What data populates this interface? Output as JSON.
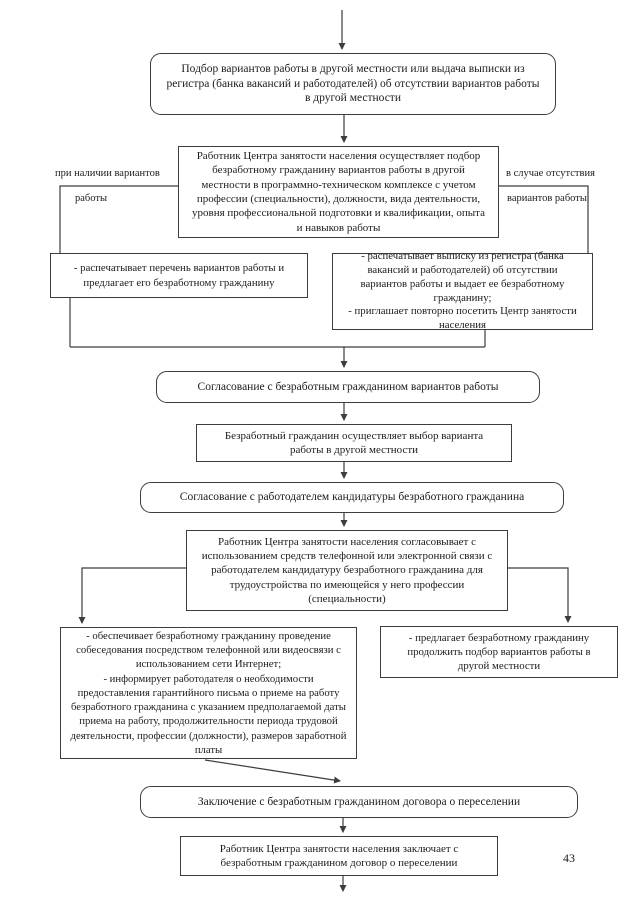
{
  "page": {
    "number": "43"
  },
  "flowchart": {
    "colors": {
      "line": "#3d3d3d",
      "text": "#1c1c1c",
      "background": "#ffffff"
    },
    "nodes": {
      "podbor": {
        "shape": "rounded",
        "text": "Подбор вариантов работы в другой местности или выдача выписки из регистра (банка вакансий и работодателей) об отсутствии вариантов работы в другой местности"
      },
      "rabotnik_podbor": {
        "shape": "rect",
        "text": "Работник Центра занятости населения осуществляет подбор безработному гражданину вариантов работы в другой местности в программно-техническом комплексе с учетом профессии (специальности), должности, вида деятельности, уровня профессиональной подготовки и квалификации, опыта и навыков работы"
      },
      "perechen": {
        "shape": "rect",
        "text": "- распечатывает перечень вариантов работы и предлагает его безработному гражданину"
      },
      "vypiska": {
        "shape": "rect",
        "text": "- распечатывает выписку из регистра (банка вакансий и работодателей) об отсутствии вариантов работы и выдает ее безработному гражданину;\n- приглашает повторно посетить Центр занятости населения"
      },
      "soglasovanie_grazhdaninom": {
        "shape": "rounded",
        "text": "Согласование с безработным гражданином вариантов работы"
      },
      "vybor_varianta": {
        "shape": "rect",
        "text": "Безработный гражданин осуществляет выбор варианта работы в другой местности"
      },
      "soglasovanie_rabotodatelem": {
        "shape": "rounded",
        "text": "Согласование с работодателем кандидатуры безработного гражданина"
      },
      "rabotnik_soglasovyvaet": {
        "shape": "rect",
        "text": "Работник Центра занятости населения согласовывает с использованием средств телефонной или электронной связи с работодателем кандидатуру безработного гражданина для трудоустройства по имеющейся у него профессии (специальности)"
      },
      "sobesedovanie": {
        "shape": "rect",
        "text": "- обеспечивает безработному гражданину проведение собеседования посредством телефонной или видеосвязи с использованием сети Интернет;\n- информирует работодателя о необходимости предоставления гарантийного письма о приеме на работу безработного гражданина с указанием предполагаемой даты приема на работу, продолжительности периода трудовой деятельности, профессии (должности), размеров заработной платы"
      },
      "prodolzhit_podbor": {
        "shape": "rect",
        "text": "- предлагает безработному гражданину продолжить подбор вариантов работы в другой местности"
      },
      "zaklyuchenie": {
        "shape": "rounded",
        "text": "Заключение с безработным гражданином договора о переселении"
      },
      "rabotnik_zaklyuchaet": {
        "shape": "rect",
        "text": "Работник Центра занятости населения заключает с безработным гражданином договор о переселении"
      }
    },
    "labels": {
      "available_1": "при наличии вариантов",
      "available_2": "работы",
      "absent_1": "в случае отсутствия",
      "absent_2": "вариантов работы"
    }
  }
}
